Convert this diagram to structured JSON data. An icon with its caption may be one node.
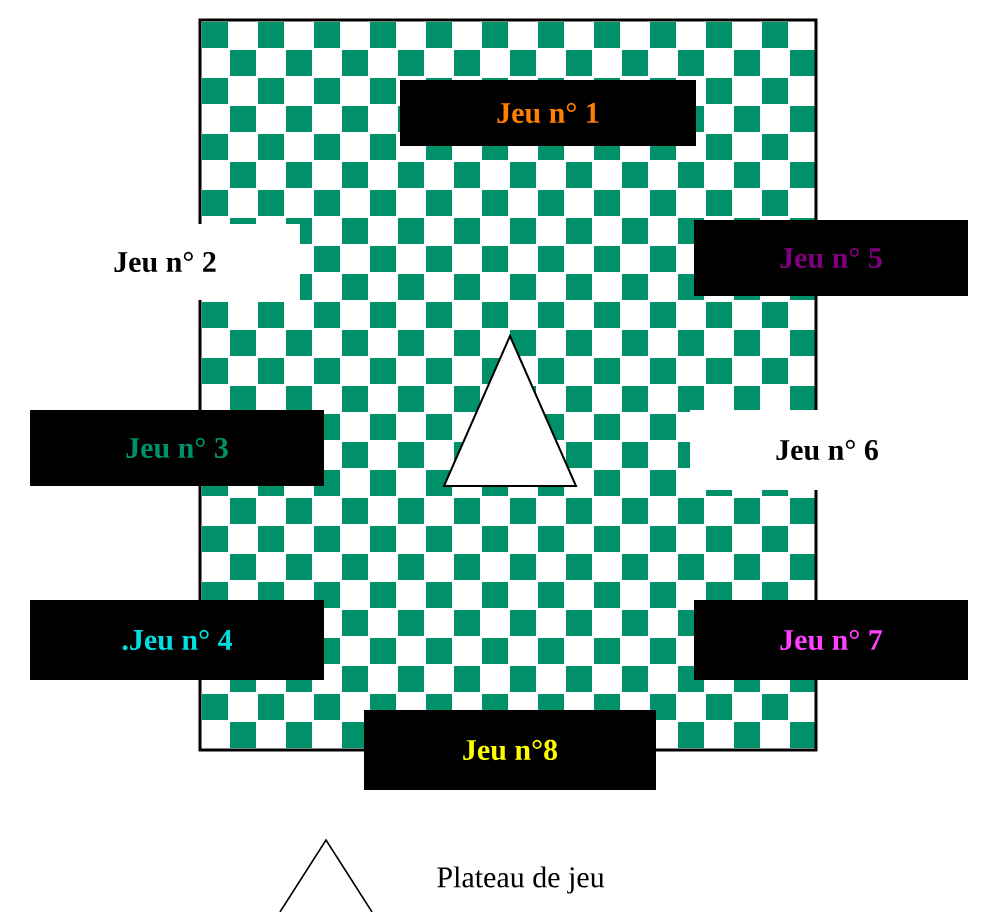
{
  "diagram": {
    "nodes": [
      {
        "text": [
          "Jeu n° 1"
        ]
      },
      {
        "text": [
          "Jeu n° 2"
        ]
      },
      {
        "text": [
          "Jeu n° 5"
        ]
      },
      {
        "text": [
          "Jeu n° 3"
        ]
      },
      {
        "text": [
          "Jeu n° 6"
        ]
      },
      {
        "text": [
          ".Jeu n° 4"
        ]
      },
      {
        "text": [
          "Jeu n° 7"
        ]
      },
      {
        "text": [
          "Jeu n°8"
        ]
      }
    ],
    "legend": [
      {
        "text": "Plateau de jeu"
      }
    ]
  }
}
